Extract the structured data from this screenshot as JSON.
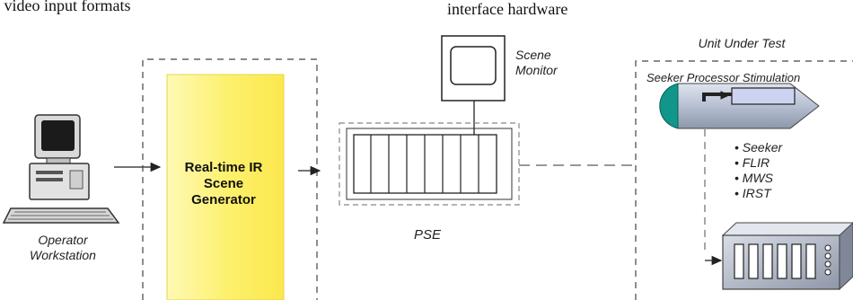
{
  "captions": {
    "top_left": "SC video input formats",
    "top_center": "interface hardware"
  },
  "operator_workstation": {
    "label_line1": "Operator",
    "label_line2": "Workstation"
  },
  "scene_generator": {
    "line1": "Real-time IR",
    "line2": "Scene",
    "line3": "Generator"
  },
  "scene_monitor": {
    "line1": "Scene",
    "line2": "Monitor"
  },
  "pse": {
    "label": "PSE"
  },
  "unit_under_test": {
    "title": "Unit Under Test",
    "subtitle": "Seeker Processor Stimulation",
    "bullets": [
      "• Seeker",
      "• FLIR",
      "• MWS",
      "• IRST"
    ]
  },
  "colors": {
    "generator_fill": "#fdf27a",
    "missile_body": "#bdc6d6",
    "missile_nose": "#11968c",
    "chassis": "#b9bfcc",
    "dash": "#777777"
  }
}
